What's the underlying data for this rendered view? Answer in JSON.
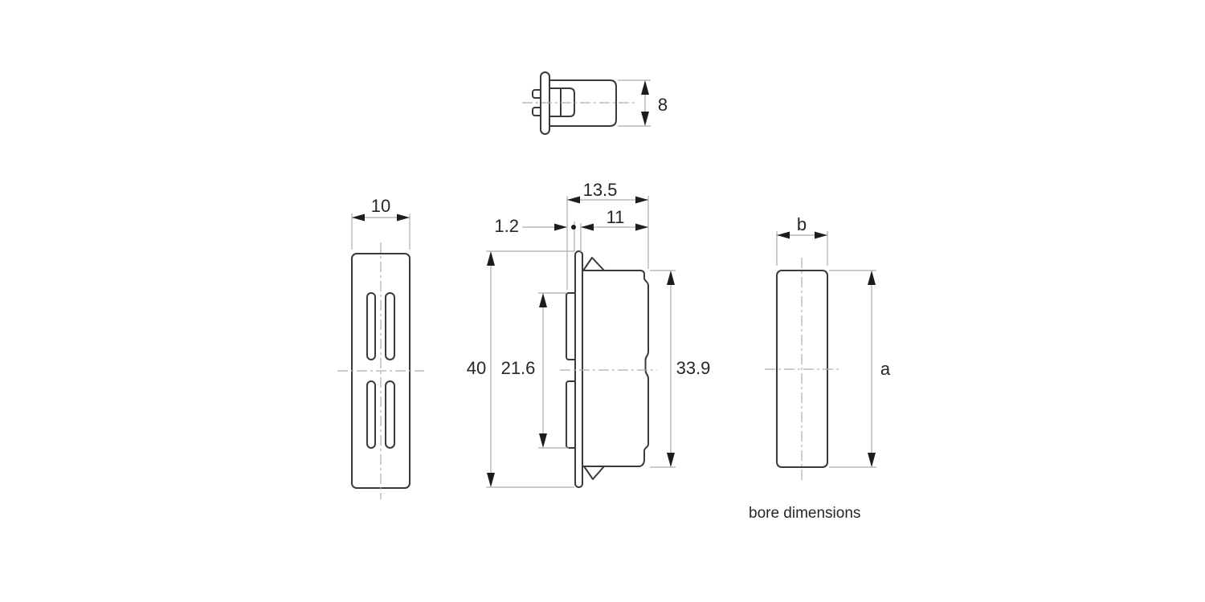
{
  "colors": {
    "outline": "#3a3a3a",
    "dim_line": "#adadad",
    "arrow": "#1d1d1d",
    "text": "#262626",
    "background": "#ffffff"
  },
  "caption": "bore dimensions",
  "views": {
    "top_view": {
      "dim_height": "8"
    },
    "front_view": {
      "dim_width": "10"
    },
    "side_view": {
      "dim_overall_depth": "13.5",
      "dim_body_depth": "11",
      "dim_flange_offset": "1.2",
      "dim_overall_height": "40",
      "dim_tab_span": "21.6",
      "dim_body_height": "33.9"
    },
    "bore_view": {
      "dim_width": "b",
      "dim_height": "a"
    }
  }
}
